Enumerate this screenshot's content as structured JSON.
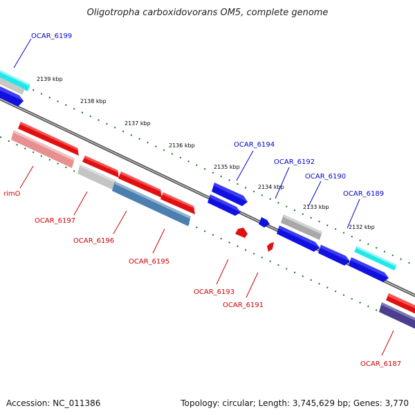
{
  "title": "Oligotropha carboxidovorans OM5, complete genome",
  "ticks": [
    "2139 kbp",
    "2138 kbp",
    "2137 kbp",
    "2136 kbp",
    "2135 kbp",
    "2134 kbp",
    "2133 kbp",
    "2132 kbp"
  ],
  "genes": {
    "OCAR_6199": {
      "label": "OCAR_6199",
      "color": "#0000cc"
    },
    "OCAR_6194": {
      "label": "OCAR_6194",
      "color": "#0000cc"
    },
    "OCAR_6192": {
      "label": "OCAR_6192",
      "color": "#0000cc"
    },
    "OCAR_6190": {
      "label": "OCAR_6190",
      "color": "#0000cc"
    },
    "OCAR_6189": {
      "label": "OCAR_6189",
      "color": "#0000cc"
    },
    "rimO": {
      "label": "rimO",
      "color": "#cc0000"
    },
    "OCAR_6197": {
      "label": "OCAR_6197",
      "color": "#cc0000"
    },
    "OCAR_6196": {
      "label": "OCAR_6196",
      "color": "#cc0000"
    },
    "OCAR_6195": {
      "label": "OCAR_6195",
      "color": "#cc0000"
    },
    "OCAR_6193": {
      "label": "OCAR_6193",
      "color": "#cc0000"
    },
    "OCAR_6191": {
      "label": "OCAR_6191",
      "color": "#cc0000"
    },
    "OCAR_6187": {
      "label": "OCAR_6187",
      "color": "#cc0000"
    }
  },
  "colors": {
    "forward_gene": "#1010e0",
    "reverse_gene": "#e01010",
    "cyan_feature": "#10e0e0",
    "gray_feature": "#b0b0b0",
    "steel_feature": "#4a7fb0",
    "pink_feature": "#e08080",
    "navy_feature": "#4a3f8f",
    "backbone": "#808080",
    "tick": "#107010"
  },
  "footer": {
    "accession": "Accession: NC_011386",
    "topology": "Topology: circular; Length: 3,745,629 bp; Genes: 3,770"
  }
}
